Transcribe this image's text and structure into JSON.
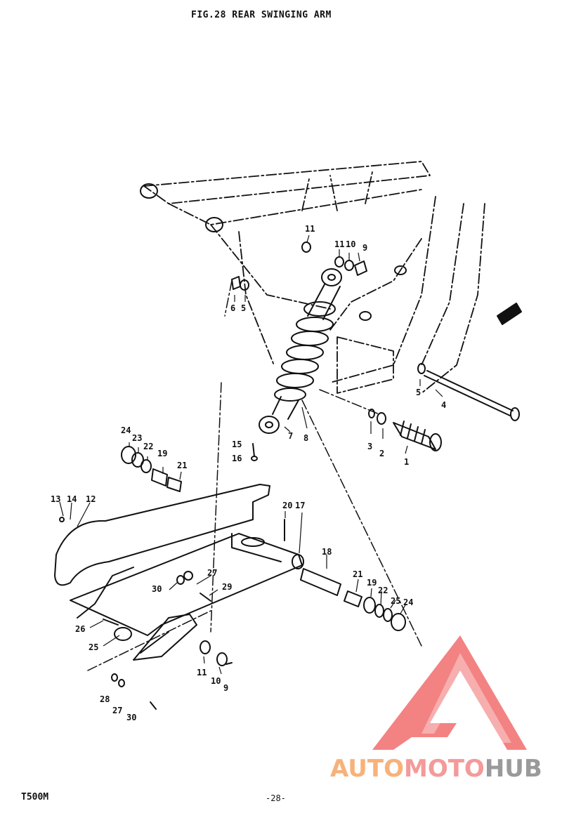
{
  "header": {
    "title": "FIG.28  REAR SWINGING ARM"
  },
  "footer": {
    "model": "T500M",
    "page_number": "-28-"
  },
  "watermark": {
    "part1": "AUTO",
    "part2": "MOTO",
    "part3": "HUB",
    "colors": {
      "auto": "#f7b27a",
      "moto": "#f49a9a",
      "hub": "#9a9a9a",
      "logo": "#f26d6d"
    }
  },
  "callouts": [
    {
      "id": "c-11a",
      "label": "11"
    },
    {
      "id": "c-11b",
      "label": "11"
    },
    {
      "id": "c-10a",
      "label": "10"
    },
    {
      "id": "c-9a",
      "label": "9"
    },
    {
      "id": "c-6",
      "label": "6"
    },
    {
      "id": "c-5a",
      "label": "5"
    },
    {
      "id": "c-5b",
      "label": "5"
    },
    {
      "id": "c-4",
      "label": "4"
    },
    {
      "id": "c-3",
      "label": "3"
    },
    {
      "id": "c-2",
      "label": "2"
    },
    {
      "id": "c-1",
      "label": "1"
    },
    {
      "id": "c-7",
      "label": "7"
    },
    {
      "id": "c-8",
      "label": "8"
    },
    {
      "id": "c-24a",
      "label": "24"
    },
    {
      "id": "c-23",
      "label": "23"
    },
    {
      "id": "c-22a",
      "label": "22"
    },
    {
      "id": "c-19a",
      "label": "19"
    },
    {
      "id": "c-21a",
      "label": "21"
    },
    {
      "id": "c-15",
      "label": "15"
    },
    {
      "id": "c-16",
      "label": "16"
    },
    {
      "id": "c-13",
      "label": "13"
    },
    {
      "id": "c-14",
      "label": "14"
    },
    {
      "id": "c-12",
      "label": "12"
    },
    {
      "id": "c-20",
      "label": "20"
    },
    {
      "id": "c-17",
      "label": "17"
    },
    {
      "id": "c-18",
      "label": "18"
    },
    {
      "id": "c-21b",
      "label": "21"
    },
    {
      "id": "c-19b",
      "label": "19"
    },
    {
      "id": "c-22b",
      "label": "22"
    },
    {
      "id": "c-25a",
      "label": "25"
    },
    {
      "id": "c-24b",
      "label": "24"
    },
    {
      "id": "c-27a",
      "label": "27"
    },
    {
      "id": "c-30a",
      "label": "30"
    },
    {
      "id": "c-29",
      "label": "29"
    },
    {
      "id": "c-26",
      "label": "26"
    },
    {
      "id": "c-25b",
      "label": "25"
    },
    {
      "id": "c-11c",
      "label": "11"
    },
    {
      "id": "c-10b",
      "label": "10"
    },
    {
      "id": "c-9b",
      "label": "9"
    },
    {
      "id": "c-28",
      "label": "28"
    },
    {
      "id": "c-27b",
      "label": "27"
    },
    {
      "id": "c-30b",
      "label": "30"
    }
  ]
}
